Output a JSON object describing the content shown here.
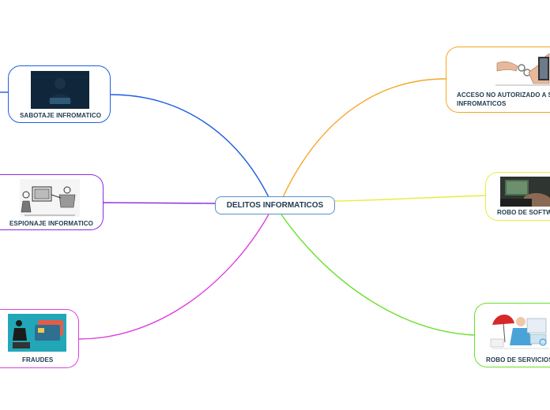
{
  "map": {
    "central": "DELITOS INFORMATICOS",
    "nodes": {
      "sabotaje": "SABOTAJE INFROMATICO",
      "espionaje": "ESPIONAJE INFORMATICO",
      "fraudes": "FRAUDES",
      "acceso_line1": "ACCESO NO AUTORIZADO A SISTEMAS",
      "acceso_line2": "INFROMATICOS",
      "robo_software": "ROBO DE SOFTWARE",
      "robo_servicios": "ROBO DE SERVICIOS"
    },
    "colors": {
      "sabotaje": "#1f5fe0",
      "espionaje": "#8a2be2",
      "fraudes": "#e040e0",
      "acceso": "#f5a623",
      "robo_software": "#e6ee3a",
      "robo_servicios": "#66e02a"
    }
  }
}
